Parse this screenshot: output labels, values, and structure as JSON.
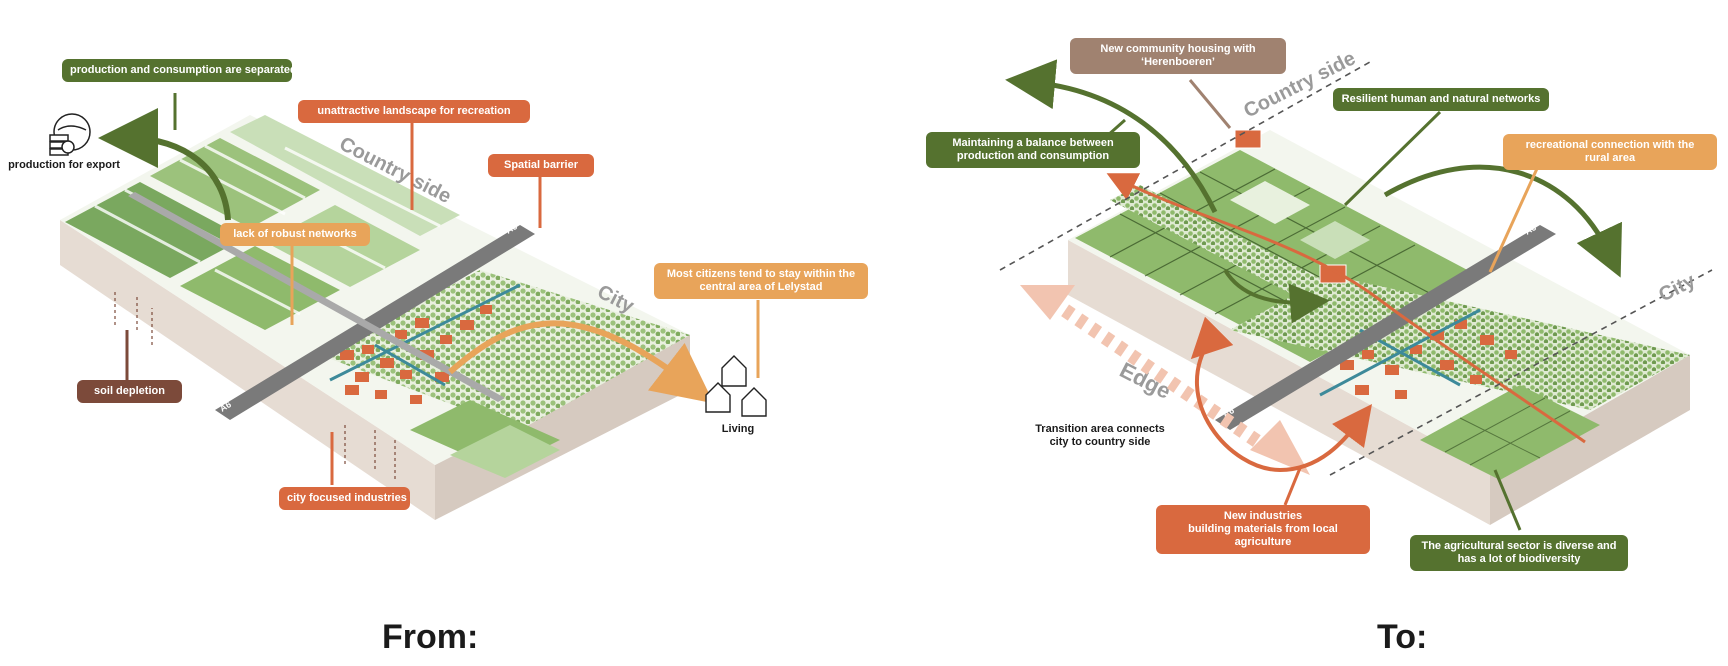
{
  "panels": {
    "left": {
      "caption": "From:",
      "labels": {
        "separated": "production and consumption are separated",
        "unattractive": "unattractive landscape for recreation",
        "barrier": "Spatial barrier",
        "robust": "lack of robust networks",
        "citizens_line1": "Most citizens tend to stay within the",
        "citizens_line2": "central area of Lelystad",
        "soil": "soil depletion",
        "industries": "city focused industries",
        "export": "production for export",
        "living": "Living",
        "countryside": "Country side",
        "city": "City",
        "road": "A6"
      }
    },
    "right": {
      "caption": "To:",
      "labels": {
        "housing_line1": "New community housing with",
        "housing_line2": "‘Herenboeren’",
        "countryside": "Country side",
        "resilient": "Resilient human and natural networks",
        "balance_line1": "Maintaining a balance between",
        "balance_line2": "production and consumption",
        "recreational_line1": "recreational connection with the",
        "recreational_line2": "rural area",
        "city": "City",
        "edge": "Edge",
        "transition_line1": "Transition area connects",
        "transition_line2": "city to country side",
        "industries_line1": "New industries",
        "industries_line2": "building materials from local agriculture",
        "agri_line1": "The agricultural sector is diverse and",
        "agri_line2": "has a lot of biodiversity",
        "road": "A6"
      }
    }
  },
  "colors": {
    "dark_green": "#55722f",
    "orange": "#d9693f",
    "light_orange": "#e8a45a",
    "brown": "#7c4a3a",
    "taupe": "#a08270",
    "field_green": "#7aa85f",
    "pale_green": "#c9dfb8",
    "road_gray": "#7a7a7a",
    "block_side": "#e6dcd3"
  }
}
